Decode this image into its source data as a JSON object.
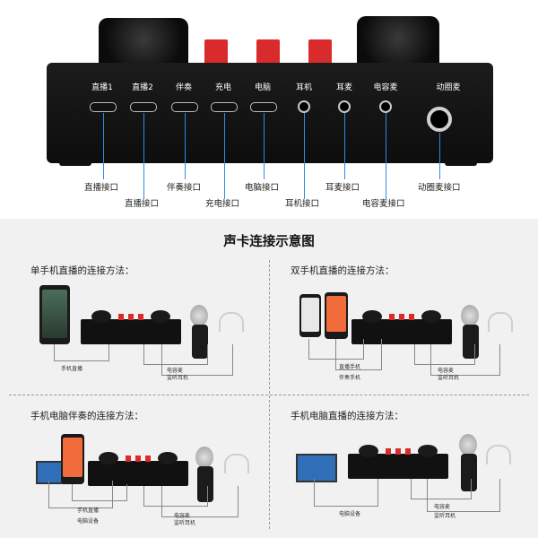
{
  "device": {
    "ports": [
      "直播1",
      "直播2",
      "伴奏",
      "充电",
      "电脑",
      "耳机",
      "耳麦",
      "电容麦",
      "动圈麦"
    ]
  },
  "callouts": [
    "直播接口",
    "直播接口",
    "伴奏接口",
    "充电接口",
    "电脑接口",
    "耳机接口",
    "耳麦接口",
    "电容麦接口",
    "动圈麦接口"
  ],
  "title": "声卡连接示意图",
  "methods": [
    {
      "title": "单手机直播的连接方法：",
      "labels": [
        "手机直播",
        "电容麦",
        "监听耳机"
      ]
    },
    {
      "title": "双手机直播的连接方法：",
      "labels": [
        "直播手机",
        "伴奏手机",
        "电容麦",
        "监听耳机"
      ]
    },
    {
      "title": "手机电脑伴奏的连接方法：",
      "labels": [
        "手机直播",
        "电脑设备",
        "电容麦",
        "监听耳机"
      ]
    },
    {
      "title": "手机电脑直播的连接方法：",
      "labels": [
        "电脑设备",
        "电容麦",
        "监听耳机"
      ]
    }
  ],
  "colors": {
    "accent_line": "#2f8be0",
    "button_red": "#d92b2b",
    "panel_bg": "#f1f1f1"
  },
  "icons": [
    "knob-icon",
    "usb-c-port-icon",
    "headphone-jack-icon",
    "xlr-port-icon",
    "phone-icon",
    "computer-icon",
    "microphone-icon",
    "earphones-icon"
  ]
}
